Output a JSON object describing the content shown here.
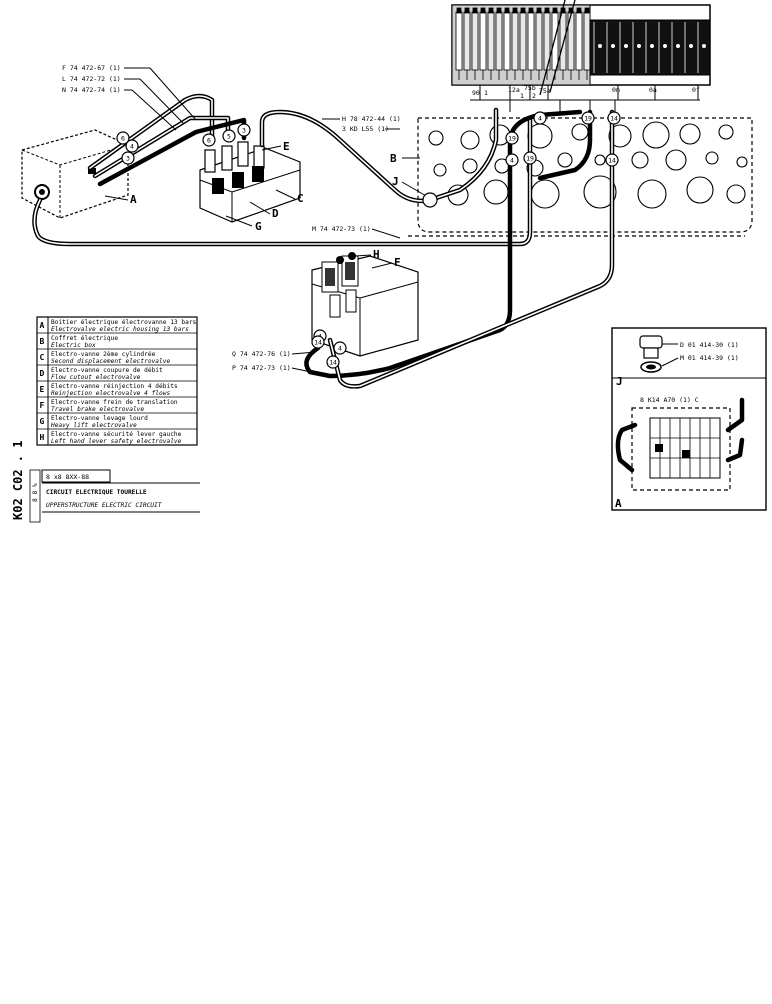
{
  "part_refs": {
    "f": "F 74 472-67 (1)",
    "l": "L 74 472-72 (1)",
    "n": "N 74 472-74 (1)",
    "h78": "H 78 472-44 (1)",
    "kd": "3 KD L55 (1)",
    "m": "M 74 472-73 (1)",
    "q": "Q 74 472-76 (1)",
    "p": "P 74 472-73 (1)",
    "d01": "D 01 414-30 (1)",
    "m01": "M 01 414-39 (1)",
    "k14": "8 K14 A70 (1) C"
  },
  "callouts": {
    "a": "A",
    "b": "B",
    "c": "C",
    "d": "D",
    "e": "E",
    "f": "F",
    "g": "G",
    "h": "H",
    "j": "J",
    "inset_j": "J",
    "inset_a": "A"
  },
  "connector_numbers": [
    "6",
    "4",
    "3",
    "6",
    "5",
    "3",
    "4",
    "19",
    "14",
    "4",
    "19",
    "14",
    "19",
    "4",
    "14",
    "4",
    "14",
    "6",
    "4",
    "19"
  ],
  "terminal_labels": [
    "90",
    "1",
    "12a",
    "1",
    "75b",
    "2",
    "75a",
    "0m",
    "0a",
    "0f"
  ],
  "legend": [
    {
      "key": "A",
      "fr": "Boitier électrique électrovanne 13 bars",
      "en": "Electrovalve electric housing 13 bars"
    },
    {
      "key": "B",
      "fr": "Coffret électrique",
      "en": "Electric box"
    },
    {
      "key": "C",
      "fr": "Electro-vanne 2ème cylindrée",
      "en": "Second displacement electrovalve"
    },
    {
      "key": "D",
      "fr": "Electro-vanne coupure de débit",
      "en": "Flow cutout electrovalve"
    },
    {
      "key": "E",
      "fr": "Electro-vanne réinjection 4 débits",
      "en": "Reinjection electrovalve 4 flows"
    },
    {
      "key": "F",
      "fr": "Electro-vanne frein de translation",
      "en": "Travel brake electrovalve"
    },
    {
      "key": "G",
      "fr": "Electro-vanne levage lourd",
      "en": "Heavy lift electrovalve"
    },
    {
      "key": "H",
      "fr": "Electro-vanne sécurité lever gauche",
      "en": "Left hand lever safety electrovalve"
    }
  ],
  "title_block": {
    "code": "K02 C02 . 1",
    "revision": "8 x8  8XX-88",
    "side_marks": "8 8 %",
    "title_fr": "CIRCUIT ELECTRIQUE TOURELLE",
    "title_en": "UPPERSTRUCTURE ELECTRIC CIRCUIT"
  }
}
